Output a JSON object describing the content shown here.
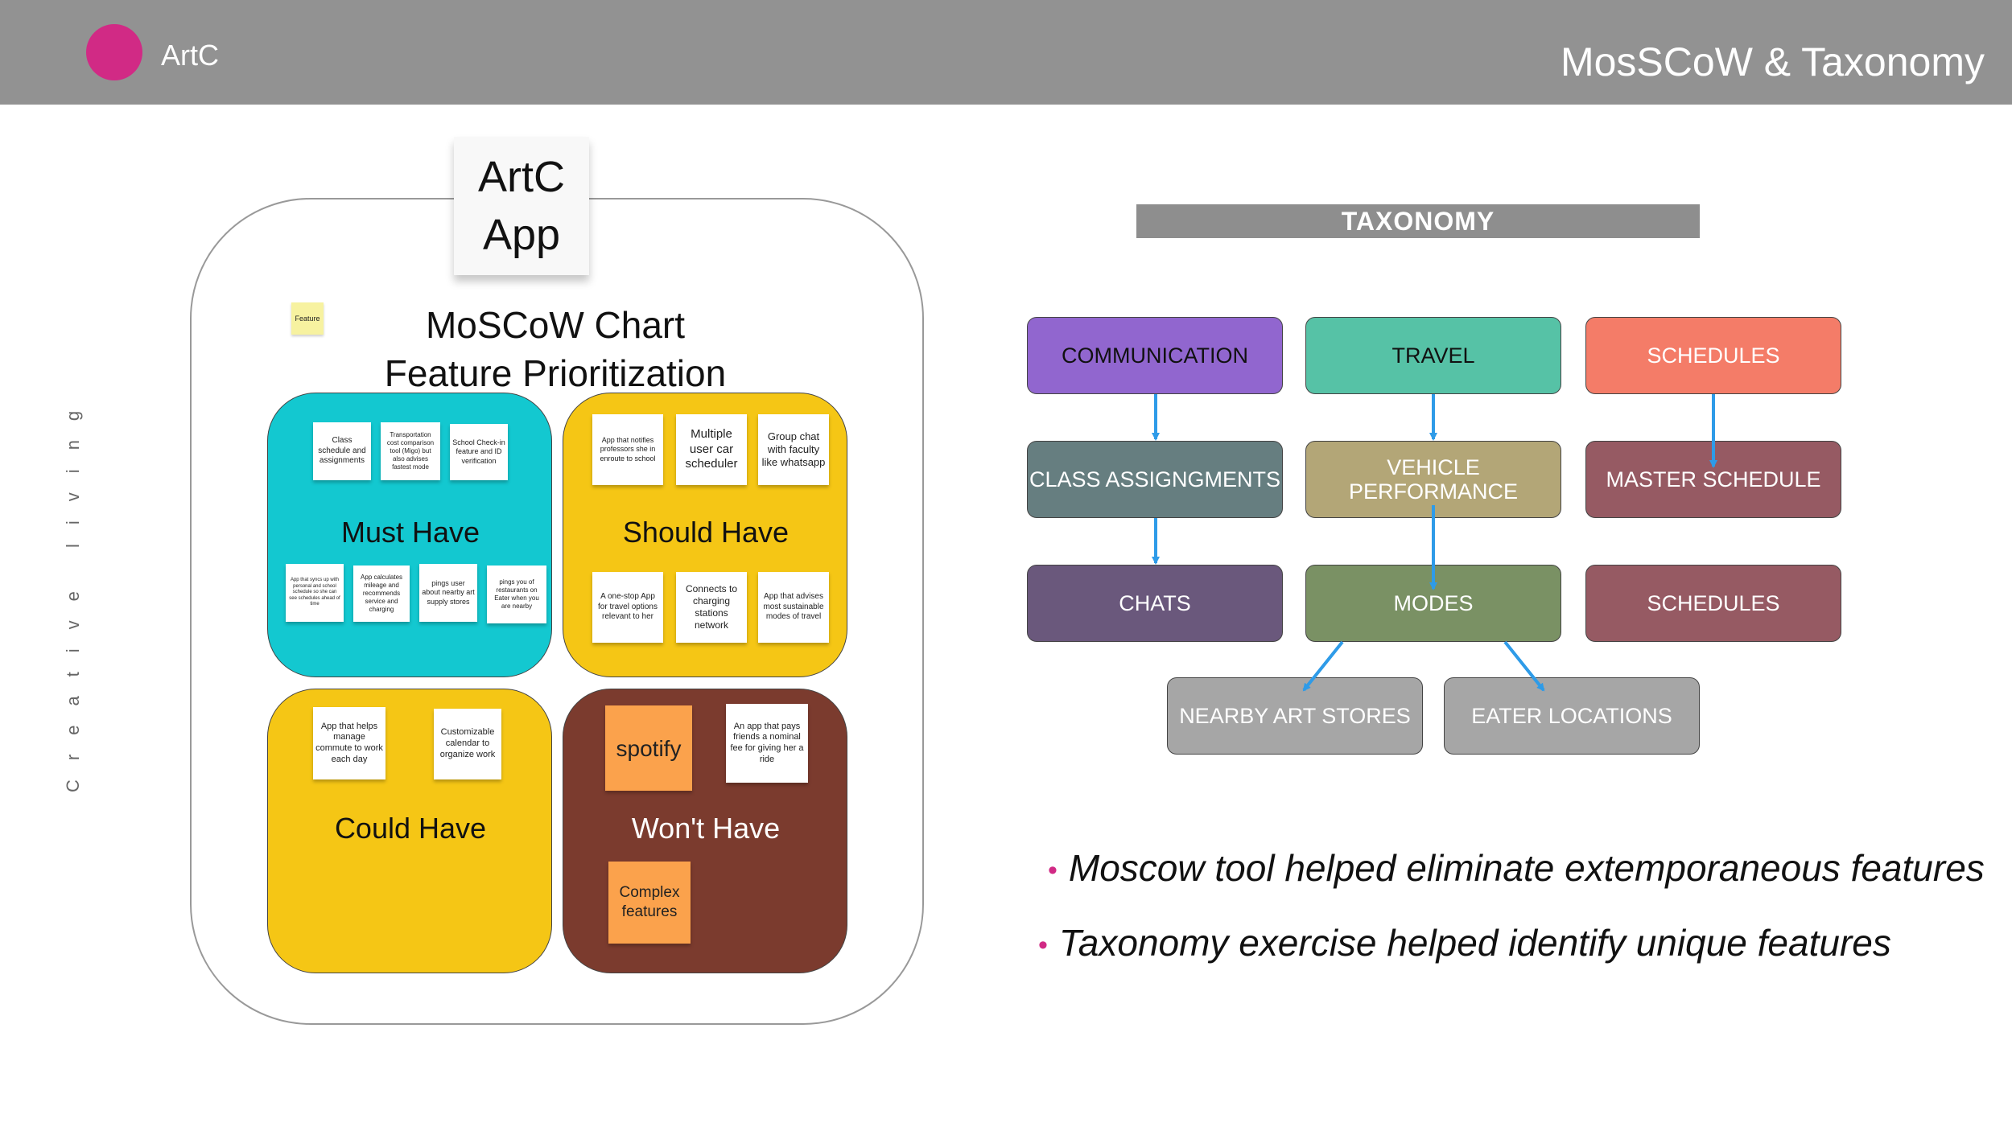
{
  "header": {
    "brand": "ArtC",
    "title": "MosSCoW & Taxonomy"
  },
  "side_tag": "Creative living",
  "moscow": {
    "app_card": [
      "ArtC",
      "App"
    ],
    "feature_note": "Feature",
    "title_line1": "MoSCoW Chart",
    "title_line2": "Feature Prioritization",
    "quadrants": {
      "must": {
        "label": "Must Have",
        "notes": [
          "Class schedule and assignments",
          "Transportation cost comparison tool (Migo) but also advises fastest mode",
          "School Check-in feature and ID verification",
          "App that syncs up with personal and school schedule so she can see schedules ahead of time",
          "App calculates mileage and recommends service and charging",
          "pings user about nearby art supply stores",
          "pings you of restaurants on Eater when you are nearby"
        ]
      },
      "should": {
        "label": "Should Have",
        "notes": [
          "App that notifies professors she in enroute to school",
          "Multiple user car scheduler",
          "Group chat with faculty like whatsapp",
          "A one-stop App for travel options relevant to her",
          "Connects to charging stations network",
          "App that advises most sustainable modes of travel"
        ]
      },
      "could": {
        "label": "Could Have",
        "notes": [
          "App that helps manage commute to work each day",
          "Customizable calendar to organize work"
        ]
      },
      "wont": {
        "label": "Won't Have",
        "notes": [
          "spotify",
          "An app that pays friends a nominal fee for giving her a ride",
          "Complex features"
        ]
      }
    }
  },
  "taxonomy": {
    "title": "TAXONOMY",
    "boxes": {
      "communication": "COMMUNICATION",
      "travel": "TRAVEL",
      "schedules_top": "SCHEDULES",
      "class_assignments": "CLASS ASSIGNGMENTS",
      "vehicle_performance": "VEHICLE PERFORMANCE",
      "master_schedule": "MASTER SCHEDULE",
      "chats": "CHATS",
      "modes": "MODES",
      "schedules_bottom": "SCHEDULES",
      "nearby_art_stores": "NEARBY ART STORES",
      "eater_locations": "EATER LOCATIONS"
    },
    "colors": {
      "communication": "#9166cf",
      "travel": "#56c2a6",
      "schedules_top": "#f47c68",
      "class_assignments": "#667e80",
      "vehicle_performance": "#b3a677",
      "master_schedule": "#965a63",
      "chats": "#6a587c",
      "modes": "#7a9164",
      "schedules_bottom": "#965a63",
      "leaf": "#a6a6a6",
      "arrow": "#2e9be8"
    }
  },
  "bullets": [
    "Moscow tool helped eliminate extemporaneous features",
    "Taxonomy exercise helped identify unique features"
  ]
}
